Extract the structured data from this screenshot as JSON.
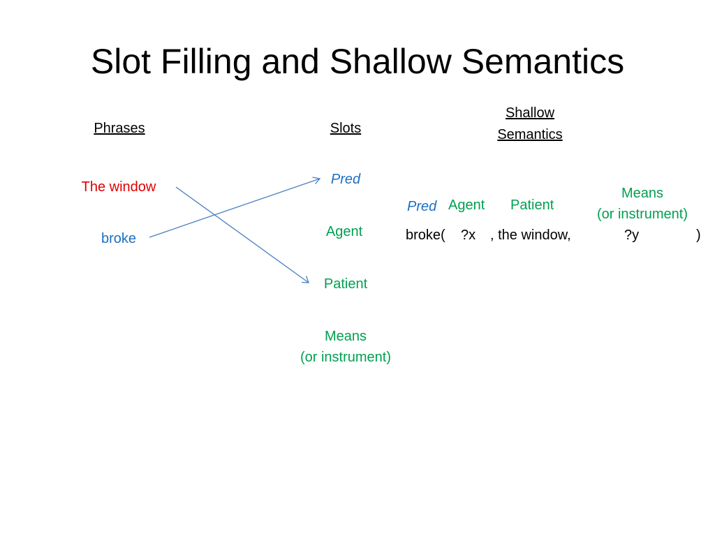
{
  "title": "Slot Filling and Shallow Semantics",
  "colors": {
    "red": "#e00000",
    "blue": "#1b6fc2",
    "green": "#00a050",
    "arrow": "#4a7fc0"
  },
  "columns": {
    "phrases_header": "Phrases",
    "slots_header": "Slots",
    "shallow_header_line1": "Shallow",
    "shallow_header_line2": "Semantics"
  },
  "phrases": {
    "the_window": "The window",
    "broke": "broke"
  },
  "slots": {
    "pred": "Pred",
    "agent": "Agent",
    "patient": "Patient",
    "means_line1": "Means",
    "means_line2": "(or instrument)"
  },
  "semantics": {
    "pred": "Pred",
    "agent": "Agent",
    "patient": "Patient",
    "means_line1": "Means",
    "means_line2": "(or instrument)",
    "formula_start": "broke(",
    "formula_x": "?x",
    "formula_mid": ", the window,",
    "formula_y": "?y",
    "formula_end": ")"
  }
}
